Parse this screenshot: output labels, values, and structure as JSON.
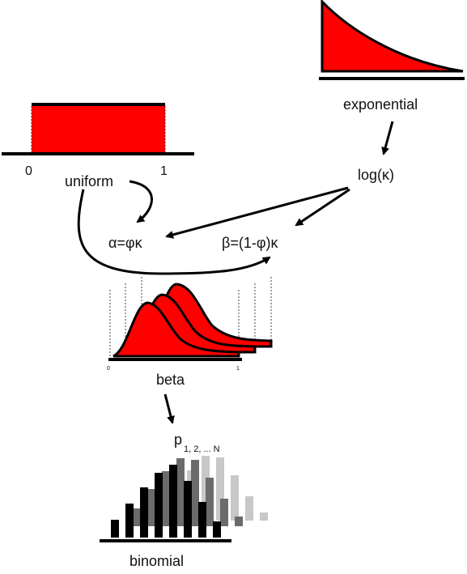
{
  "uniform": {
    "label": "uniform",
    "tick_left": "0",
    "tick_right": "1"
  },
  "exponential": {
    "label": "exponential"
  },
  "log_kappa": {
    "label": "log(κ)"
  },
  "alpha": {
    "label": "α=φκ"
  },
  "beta_param": {
    "label": "β=(1-φ)κ"
  },
  "beta": {
    "label": "beta",
    "tick_left": "0",
    "tick_right": "1"
  },
  "p": {
    "base": "p",
    "subscript": "1, 2, ... N"
  },
  "binomial": {
    "label": "binomial",
    "series": [
      {
        "shade": "#000000",
        "values": [
          0.22,
          0.42,
          0.62,
          0.8,
          0.9,
          0.7,
          0.44,
          0.2
        ]
      },
      {
        "shade": "#6b6b6b",
        "values": [
          0.22,
          0.46,
          0.68,
          0.84,
          0.82,
          0.6,
          0.34,
          0.12
        ]
      },
      {
        "shade": "#c8c8c8",
        "values": [
          0.2,
          0.42,
          0.62,
          0.8,
          0.78,
          0.56,
          0.3,
          0.1
        ]
      }
    ]
  },
  "colors": {
    "fill": "#ff0000",
    "stroke": "#000000",
    "guide": "#555555"
  }
}
